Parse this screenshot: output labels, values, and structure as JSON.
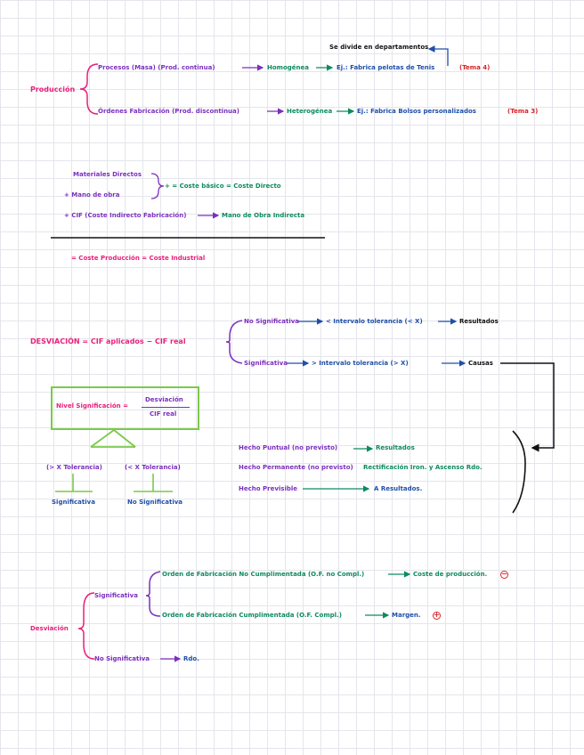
{
  "section1": {
    "root": "Producción",
    "top_note": "Se divide en departamentos",
    "branch1": {
      "label": "Procesos (Masa) (Prod. continua)",
      "result": "Homogénea",
      "example": "Ej.: Fabrica pelotas de Tenis",
      "tema": "(Tema 4)"
    },
    "branch2": {
      "label": "Órdenes Fabricación (Prod. discontinua)",
      "result": "Heterogénea",
      "example": "Ej.: Fabrica Bolsos personalizados",
      "tema": "(Tema 3)"
    }
  },
  "section2": {
    "line1": "Materiales Directos",
    "line2": "+ Mano de obra",
    "result": "+ = Coste básico = Coste Directo",
    "line3": "+ CIF (Coste Indirecto Fabricación)",
    "line3_result": "Mano de Obra Indirecta",
    "total": "= Coste Producción = Coste Industrial"
  },
  "section3": {
    "formula": "DESVIACIÓN = CIF aplicados − CIF real",
    "branch1_label": "No Significativa",
    "branch1_mid": "< Intervalo tolerancia (< X)",
    "branch1_result": "Resultados",
    "branch2_label": "Significativa",
    "branch2_mid": "> Intervalo tolerancia (> X)",
    "branch2_result": "Causas",
    "box_label": "Nivel Significación =",
    "box_num": "Desviación",
    "box_den": "CIF real",
    "left_cond": "(> X Tolerancia)",
    "left_out": "Significativa",
    "right_cond": "(< X Tolerancia)",
    "right_out": "No Significativa",
    "cause1": "Hecho Puntual (no previsto)",
    "cause1_res": "Resultados",
    "cause2": "Hecho Permanente (no previsto)",
    "cause2_res": "Rectificación Iron. y Ascenso Rdo.",
    "cause3": "Hecho Previsible",
    "cause3_res": "A Resultados."
  },
  "section4": {
    "root": "Desviación",
    "sig": "Significativa",
    "sub1": "Orden de Fabricación No Cumplimentada (O.F. no Compl.)",
    "sub1_res": "Coste de producción.",
    "sub1_sign": "−",
    "sub2": "Orden de Fabricación Cumplimentada (O.F. Compl.)",
    "sub2_res": "Margen.",
    "sub2_sign": "+",
    "nosig": "No Significativa",
    "nosig_res": "Rdo."
  }
}
